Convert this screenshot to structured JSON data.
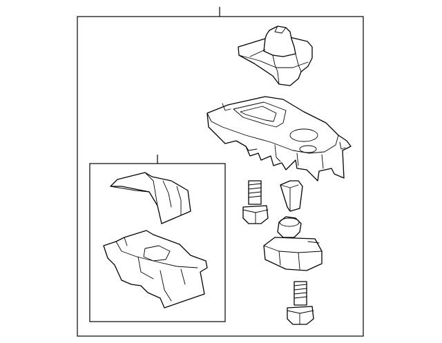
{
  "diagram": {
    "kind": "exploded-parts-view",
    "line_color": "#000000",
    "background_color": "#ffffff",
    "parts": [
      "shift-boot",
      "console-panel",
      "cover-panel",
      "cup-holder-insert",
      "bolt-upper",
      "bolt-lower",
      "clip",
      "retainer-clip"
    ]
  }
}
